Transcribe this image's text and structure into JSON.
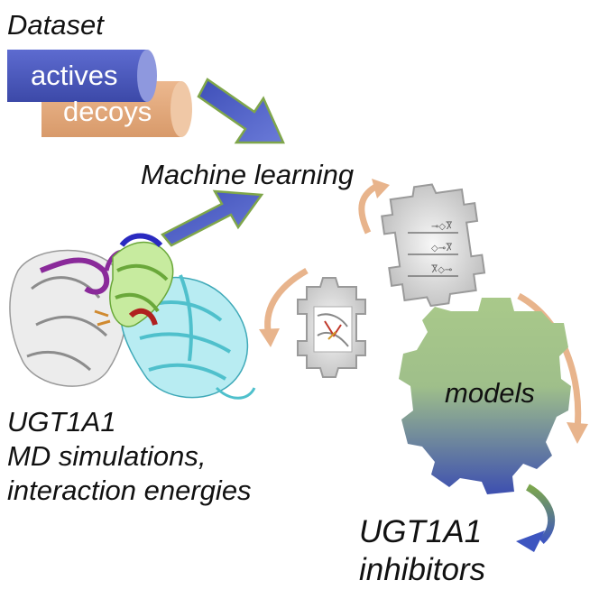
{
  "dataset": {
    "title": "Dataset",
    "actives_label": "actives",
    "decoys_label": "decoys"
  },
  "machine_learning_label": "Machine learning",
  "protein": {
    "line1": "UGT1A1",
    "line2": "MD simulations,",
    "line3": "interaction energies"
  },
  "models_label": "models",
  "output": {
    "line1": "UGT1A1",
    "line2": "inhibitors"
  },
  "colors": {
    "actives": "#4a58c4",
    "decoys": "#e3a77a",
    "arrow_blue": "#4a5cc0",
    "arrow_green": "#7fb04f",
    "gear_gray": "#d8d8d8",
    "gear_green": "#a9c689",
    "gear_blue": "#4a58b0",
    "cycle_arrow": "#e8b48c",
    "protein_cyan": "#7fd7e0",
    "protein_green": "#8fd14f",
    "protein_purple": "#8a2a9a",
    "protein_white": "#e6e6e6"
  }
}
